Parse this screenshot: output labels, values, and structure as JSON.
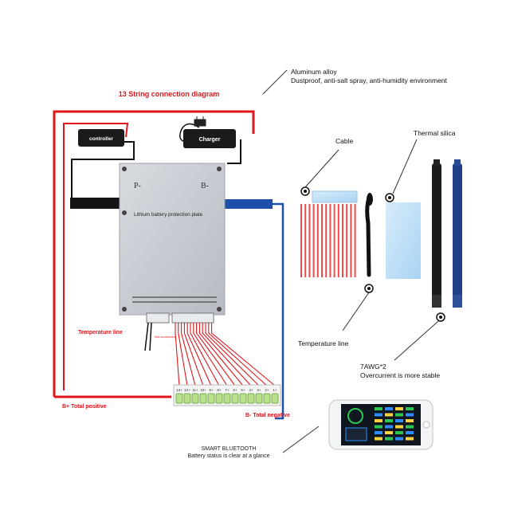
{
  "title": "13 String connection diagram",
  "feature_aluminum": {
    "line1": "Aluminum alloy",
    "line2": "Dustproof, anti-salt spray, anti-humidity environment"
  },
  "components": {
    "controller": "controller",
    "charger": "Charger",
    "plate_label": "Lithium battery protection plate",
    "p_minus": "P-",
    "b_minus": "B-",
    "not_connected": "Not connected",
    "cable": "Cable",
    "thermal_silica": "Thermal silica",
    "temperature_line_right": "Temperature line",
    "wire_line1": "7AWG*2",
    "wire_line2": "Overcurrent is more stable"
  },
  "wiring": {
    "temperature_line": "Temperature line",
    "b_plus": "B+ Total positive",
    "b_minus_total": "B- Total negative",
    "cell_labels": [
      "13+",
      "12+",
      "11+",
      "10+",
      "9+",
      "8+",
      "7+",
      "6+",
      "5+",
      "4+",
      "3+",
      "2+",
      "1+"
    ]
  },
  "bluetooth": {
    "line1": "SMART BLUETOOTH",
    "line2": "Battery status is clear at a glance"
  },
  "colors": {
    "wire_red": "#e0161b",
    "wire_blue": "#1f4fa8",
    "wire_black": "#111111",
    "title_red": "#e0161b",
    "plate": "#c9ccd1",
    "cell_green": "#b8e08a"
  }
}
